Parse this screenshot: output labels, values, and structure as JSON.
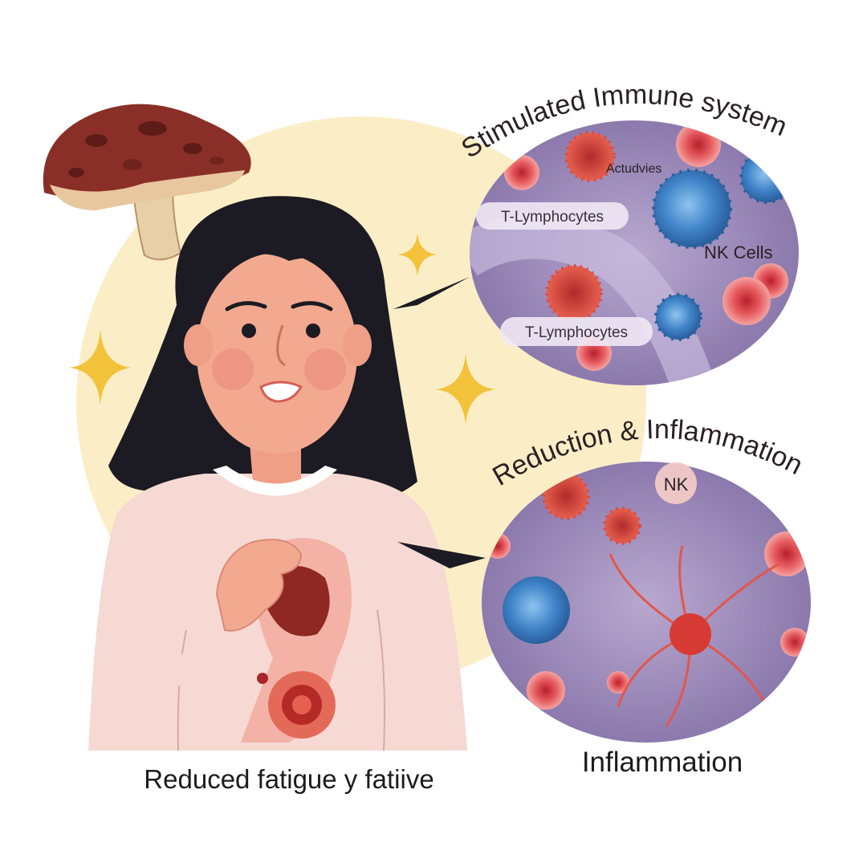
{
  "colors": {
    "sun": "#fbeec6",
    "sparkle": "#f2c23a",
    "cell_purple": "#8f7cae",
    "t_cell": "#d9483f",
    "nk_cell": "#3f84c8",
    "mushroom": "#8a2f27",
    "skin": "#f2a98f",
    "hair": "#1c1a22",
    "shirt": "#f7d9d4"
  },
  "icons": {
    "mushroom": "mushroom-icon",
    "sparkle": "sparkle-icon"
  },
  "top_panel": {
    "title": "Stimulated Immune system",
    "labels": {
      "activities": "Actudvies",
      "t_lymph_1": "T-Lymphocytes",
      "nk_cells": "NK Cells",
      "t_lymph_2": "T-Lymphocytes"
    }
  },
  "bottom_panel": {
    "title": "Reduction & Inflammation",
    "nk_label": "NK",
    "caption": "Inflammation"
  },
  "person": {
    "caption": "Reduced fatigue y fatiive"
  }
}
